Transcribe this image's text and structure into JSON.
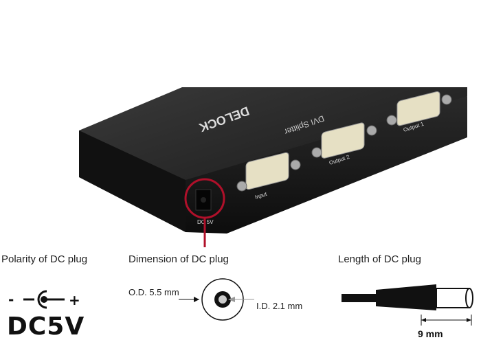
{
  "device": {
    "brand_text": "DELOCK",
    "model_text": "DVI Splitter",
    "ports": [
      "Input",
      "Output 2",
      "Output 1"
    ],
    "power_label": "DC 5V"
  },
  "captions": {
    "polarity": "Polarity of DC plug",
    "dimension": "Dimension of DC plug",
    "length": "Length of DC plug"
  },
  "polarity": {
    "minus": "-",
    "plus": "+",
    "voltage": "DC5V"
  },
  "dimension": {
    "od_label": "O.D.  5.5 mm",
    "id_label": "I.D.  2.1 mm"
  },
  "length": {
    "value_label": "9 mm"
  },
  "colors": {
    "device_body": "#1c1c1c",
    "highlight_ring": "#b0102a",
    "connector": "#e6e0c4"
  }
}
